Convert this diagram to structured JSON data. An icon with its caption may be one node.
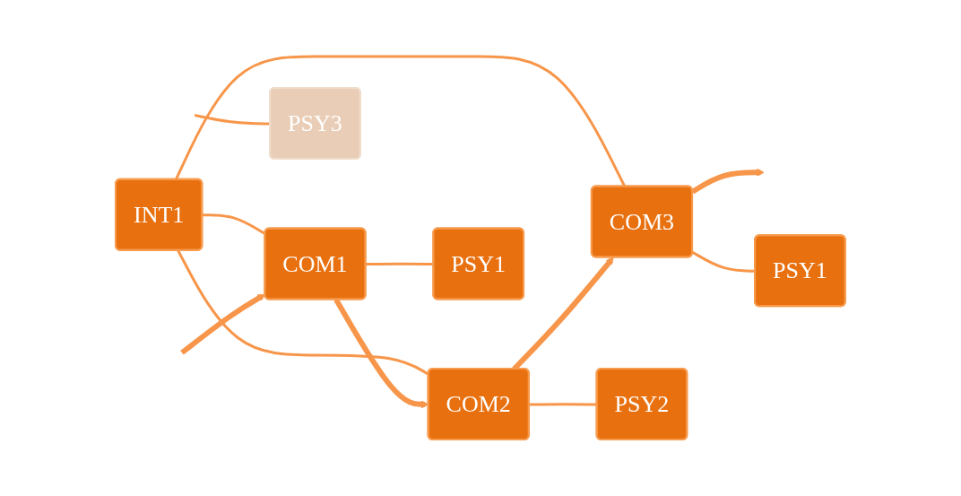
{
  "diagram": {
    "nodes": [
      {
        "text": [
          "INT1"
        ]
      },
      {
        "text": [
          "COM1"
        ]
      },
      {
        "text": [
          "COM2"
        ]
      },
      {
        "text": [
          "COM3"
        ]
      },
      {
        "text": [
          "PSY1"
        ]
      },
      {
        "text": [
          "PSY2"
        ]
      },
      {
        "text": [
          "PSY1"
        ]
      },
      {
        "text": [
          "PSY3"
        ]
      }
    ],
    "edges": [
      {
        "from": 0,
        "to": 1,
        "arrow": "none"
      },
      {
        "from": 0,
        "to": 2,
        "arrow": "none"
      },
      {
        "from": 0,
        "to": 3,
        "arrow": "none"
      },
      {
        "from": null,
        "to": 1,
        "arrow": "to",
        "style": "thick"
      },
      {
        "from": 1,
        "to": 2,
        "arrow": "to",
        "style": "thick"
      },
      {
        "from": 2,
        "to": 3,
        "arrow": "to",
        "style": "thick"
      },
      {
        "from": 3,
        "to": null,
        "arrow": "to",
        "style": "thick"
      },
      {
        "from": 1,
        "to": 4,
        "arrow": "none"
      },
      {
        "from": 2,
        "to": 5,
        "arrow": "none"
      },
      {
        "from": 3,
        "to": 6,
        "arrow": "none"
      },
      {
        "from": null,
        "to": 7,
        "arrow": "none"
      }
    ]
  }
}
